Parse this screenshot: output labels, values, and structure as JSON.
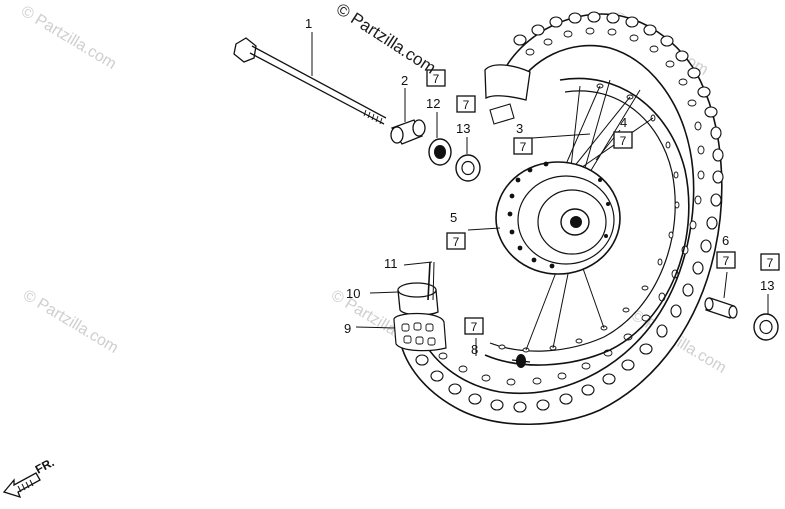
{
  "watermark": {
    "main": "© Partzilla.com",
    "faint": "© Partzilla.com"
  },
  "callouts": {
    "c1": "1",
    "c2": "2",
    "c3": "3",
    "c4": "4",
    "c5": "5",
    "c6": "6",
    "c8": "8",
    "c9": "9",
    "c10": "10",
    "c11": "11",
    "c12": "12",
    "c13a": "13",
    "c13b": "13"
  },
  "ref_box": "7",
  "direction": "FR."
}
